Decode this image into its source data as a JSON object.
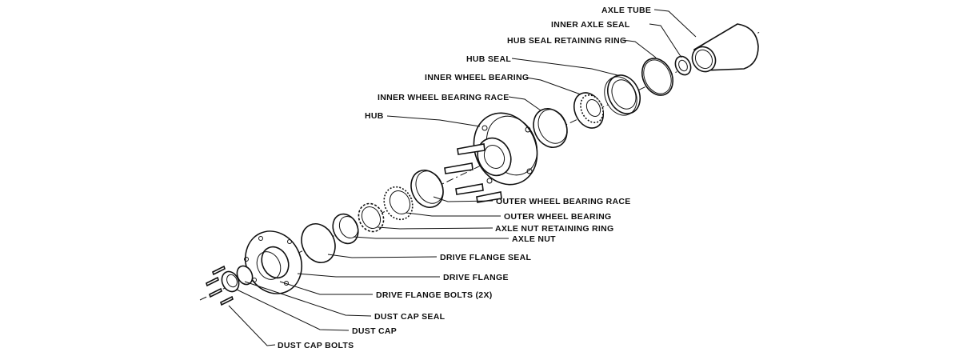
{
  "diagram": {
    "labels": {
      "axle_tube": "AXLE TUBE",
      "inner_axle_seal": "INNER AXLE SEAL",
      "hub_seal_retaining_ring": "HUB SEAL RETAINING RING",
      "hub_seal": "HUB SEAL",
      "inner_wheel_bearing": "INNER WHEEL BEARING",
      "inner_wheel_bearing_race": "INNER WHEEL BEARING RACE",
      "hub": "HUB",
      "outer_wheel_bearing_race": "OUTER WHEEL BEARING RACE",
      "outer_wheel_bearing": "OUTER WHEEL BEARING",
      "axle_nut_retaining_ring": "AXLE NUT RETAINING RING",
      "axle_nut": "AXLE NUT",
      "drive_flange_seal": "DRIVE FLANGE SEAL",
      "drive_flange": "DRIVE FLANGE",
      "drive_flange_bolts": "DRIVE FLANGE BOLTS (2X)",
      "dust_cap_seal": "DUST CAP SEAL",
      "dust_cap": "DUST CAP",
      "dust_cap_bolts": "DUST CAP BOLTS"
    }
  }
}
